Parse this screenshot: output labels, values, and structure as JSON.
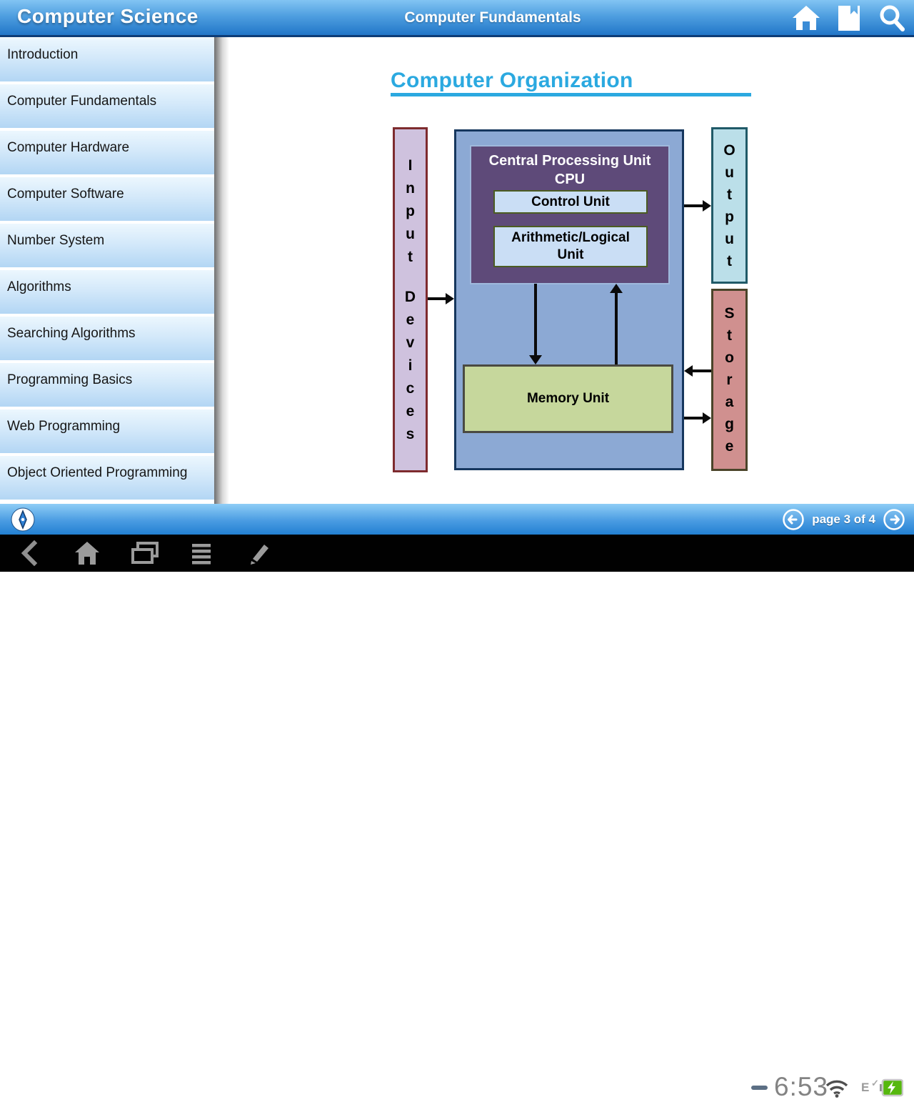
{
  "top_bar": {
    "app_title": "Computer Science",
    "page_title": "Computer Fundamentals",
    "icons": [
      "home-icon",
      "bookmark-icon",
      "search-icon"
    ]
  },
  "sidebar": {
    "items": [
      {
        "label": "Introduction"
      },
      {
        "label": "Computer Fundamentals"
      },
      {
        "label": "Computer Hardware"
      },
      {
        "label": "Computer Software"
      },
      {
        "label": "Number System"
      },
      {
        "label": "Algorithms"
      },
      {
        "label": "Searching Algorithms"
      },
      {
        "label": "Programming Basics"
      },
      {
        "label": "Web Programming"
      },
      {
        "label": "Object Oriented Programming"
      }
    ]
  },
  "content": {
    "heading": "Computer Organization",
    "diagram": {
      "input_devices": "Input Devices",
      "cpu_title": "Central Processing Unit",
      "cpu_abbr": "CPU",
      "control_unit": "Control Unit",
      "alu": "Arithmetic/Logical Unit",
      "memory_unit": "Memory Unit",
      "output": "Output",
      "storage": "Storage"
    }
  },
  "page_nav": {
    "page_indicator": "page 3 of 4",
    "icons": [
      "compass-icon",
      "prev-page-icon",
      "next-page-icon"
    ]
  },
  "system_bar": {
    "time": "6:53",
    "network": "E",
    "icons": [
      "back-icon",
      "home-icon",
      "recents-icon",
      "menu-icon",
      "pen-icon",
      "minus-icon",
      "wifi-icon",
      "network-check-icon",
      "battery-charging-icon"
    ]
  },
  "colors": {
    "header_blue": "#2f84d4",
    "heading_accent": "#2ba9e0",
    "sidebar_item_blue": "#cfe7fa",
    "input_lavender": "#cfc2de",
    "input_border": "#7e2b2e",
    "container_blue": "#8ca9d4",
    "container_border": "#16375e",
    "cpu_purple": "#5e4a79",
    "unit_light_blue": "#cadef5",
    "unit_border_green": "#4c5c22",
    "memory_green": "#c6d79c",
    "output_cyan": "#bbdfe9",
    "output_border": "#205a68",
    "storage_salmon": "#d0908f",
    "storage_border": "#4a4429",
    "battery_green": "#56b80e"
  }
}
